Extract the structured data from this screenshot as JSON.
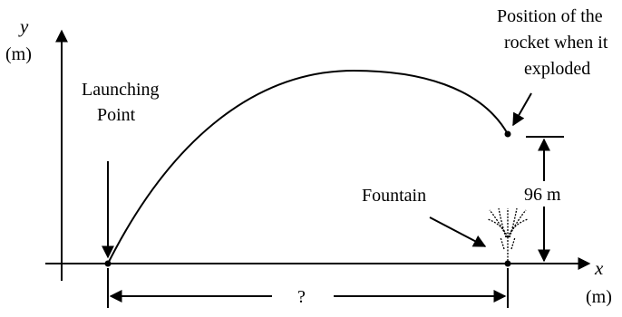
{
  "axes": {
    "y_label": "y",
    "y_unit": "(m)",
    "x_label": "x",
    "x_unit": "(m)"
  },
  "labels": {
    "launch_line1": "Launching",
    "launch_line2": "Point",
    "explode_line1": "Position of the",
    "explode_line2": "rocket when it",
    "explode_line3": "exploded",
    "fountain": "Fountain",
    "height": "96 m",
    "distance": "?"
  },
  "colors": {
    "ink": "#000000",
    "background": "#ffffff"
  }
}
